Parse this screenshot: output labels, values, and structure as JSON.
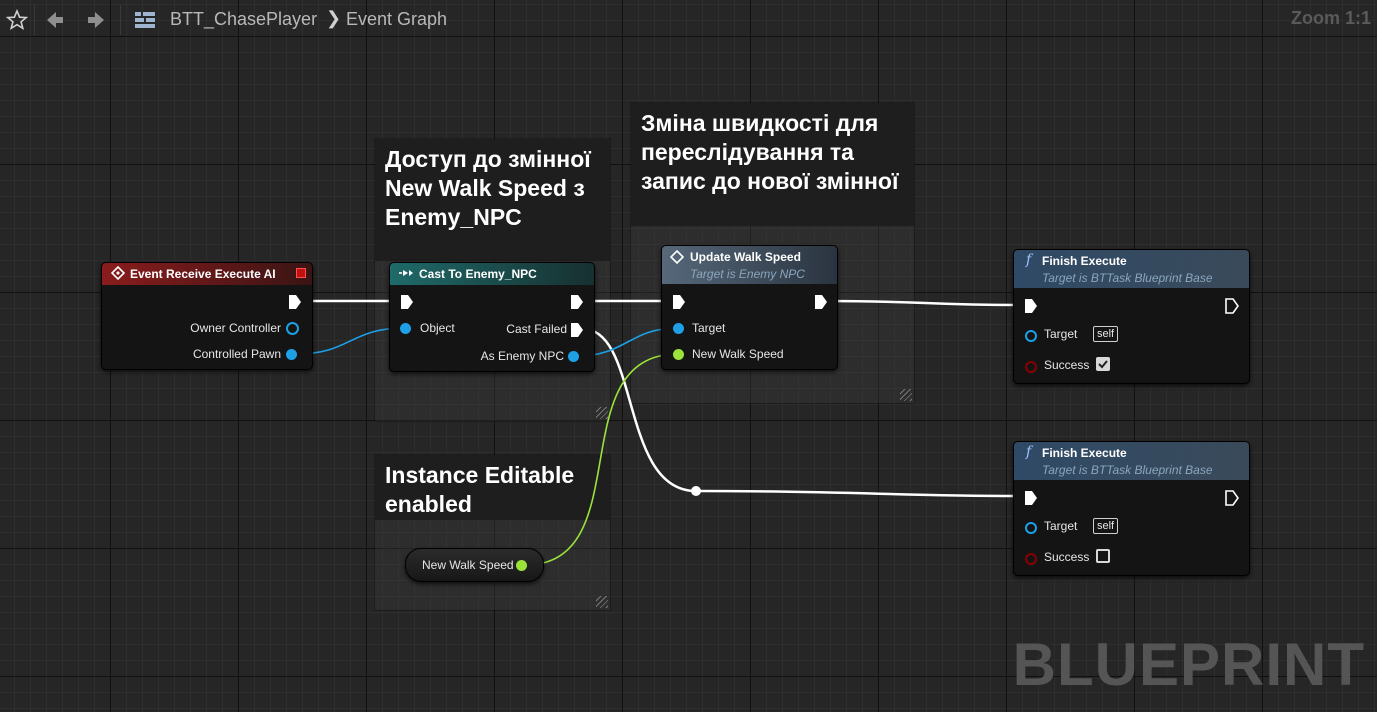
{
  "topbar": {
    "blueprint_name": "BTT_ChasePlayer",
    "graph_name": "Event Graph",
    "zoom": "Zoom 1:1"
  },
  "watermark": "BLUEPRINT",
  "icons": {
    "favorite": "star-outline-icon",
    "back": "arrow-left-icon",
    "forward": "arrow-right-icon",
    "blueprint": "blueprint-grid-icon",
    "separator": "chevron-right-icon"
  },
  "comments": {
    "access": "Доступ до змінної New Walk Speed з Enemy_NPC",
    "speed": "Зміна швидкості для переслідування та запис до нової змінної",
    "editable": "Instance Editable enabled"
  },
  "nodes": {
    "event": {
      "title": "Event Receive Execute AI",
      "pins": [
        "Owner Controller",
        "Controlled Pawn"
      ],
      "color": "#7a1a1a"
    },
    "cast": {
      "title": "Cast To Enemy_NPC",
      "pins": {
        "object": "Object",
        "cast_failed": "Cast Failed",
        "as_enemy": "As Enemy NPC"
      },
      "color": "#1f5a5a"
    },
    "update": {
      "title": "Update Walk Speed",
      "subtitle": "Target is Enemy NPC",
      "pins": {
        "target": "Target",
        "new_speed": "New Walk Speed"
      },
      "color": "#4a5a6a"
    },
    "finish1": {
      "title": "Finish Execute",
      "subtitle": "Target is BTTask Blueprint Base",
      "target": "Target",
      "self": "self",
      "success": "Success",
      "success_checked": true
    },
    "finish2": {
      "title": "Finish Execute",
      "subtitle": "Target is BTTask Blueprint Base",
      "target": "Target",
      "self": "self",
      "success": "Success",
      "success_checked": false
    },
    "variable": {
      "label": "New Walk Speed"
    }
  },
  "colors": {
    "exec": "#ffffff",
    "object_pin": "#1ea0e6",
    "float_pin": "#9be33a",
    "bool_pin": "#8a0000"
  }
}
